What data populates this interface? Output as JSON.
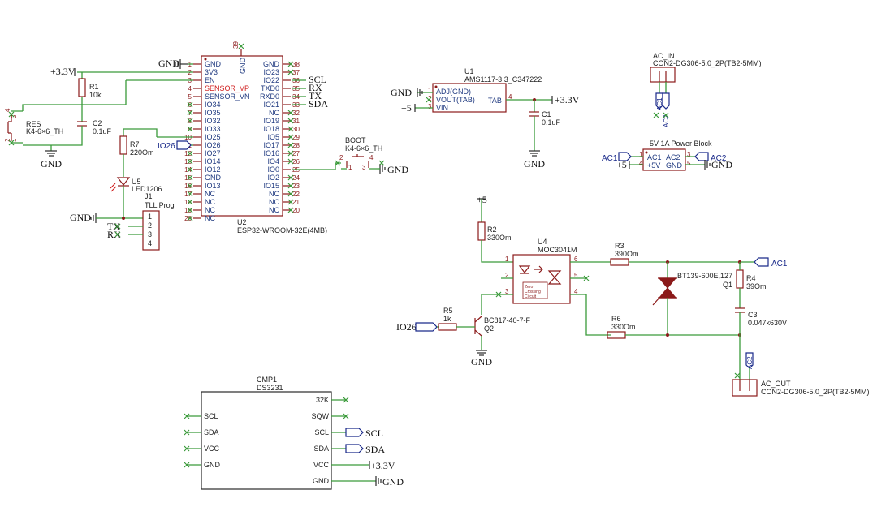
{
  "schematic": {
    "esp32": {
      "ref": "U2",
      "value": "ESP32-WROOM-32E(4MB)",
      "pin39": "39",
      "left_pins": [
        {
          "n": "1",
          "name": "GND"
        },
        {
          "n": "2",
          "name": "3V3"
        },
        {
          "n": "3",
          "name": "EN"
        },
        {
          "n": "4",
          "name": "SENSOR_VP"
        },
        {
          "n": "5",
          "name": "SENSOR_VN"
        },
        {
          "n": "6",
          "name": "IO34"
        },
        {
          "n": "7",
          "name": "IO35"
        },
        {
          "n": "8",
          "name": "IO32"
        },
        {
          "n": "9",
          "name": "IO33"
        },
        {
          "n": "10",
          "name": "IO25"
        },
        {
          "n": "11",
          "name": "IO26"
        },
        {
          "n": "12",
          "name": "IO27"
        },
        {
          "n": "13",
          "name": "IO14"
        },
        {
          "n": "14",
          "name": "IO12"
        },
        {
          "n": "15",
          "name": "GND"
        },
        {
          "n": "16",
          "name": "IO13"
        },
        {
          "n": "17",
          "name": "NC"
        },
        {
          "n": "18",
          "name": "NC"
        },
        {
          "n": "19",
          "name": "NC"
        },
        {
          "n": "20",
          "name": "NC"
        }
      ],
      "right_pins": [
        {
          "n": "38",
          "name": "GND"
        },
        {
          "n": "37",
          "name": "IO23"
        },
        {
          "n": "36",
          "name": "IO22"
        },
        {
          "n": "35",
          "name": "TXD0"
        },
        {
          "n": "34",
          "name": "RXD0"
        },
        {
          "n": "33",
          "name": "IO21"
        },
        {
          "n": "32",
          "name": "NC"
        },
        {
          "n": "31",
          "name": "IO19"
        },
        {
          "n": "30",
          "name": "IO18"
        },
        {
          "n": "29",
          "name": "IO5"
        },
        {
          "n": "28",
          "name": "IO17"
        },
        {
          "n": "27",
          "name": "IO16"
        },
        {
          "n": "26",
          "name": "IO4"
        },
        {
          "n": "25",
          "name": "IO0"
        },
        {
          "n": "24",
          "name": "IO2"
        },
        {
          "n": "23",
          "name": "IO15"
        },
        {
          "n": "22",
          "name": "NC"
        },
        {
          "n": "21",
          "name": "NC"
        },
        {
          "n": "20",
          "name": "NC"
        }
      ],
      "top_pin_label": "GND"
    },
    "nets": {
      "gnd": "GND",
      "v33": "+3.3V",
      "v5": "+5",
      "scl": "SCL",
      "sda": "SDA",
      "rx": "RX",
      "tx": "TX",
      "io26": "IO26",
      "ac1": "AC1",
      "ac2": "AC2"
    },
    "r1": {
      "ref": "R1",
      "value": "10k"
    },
    "c2": {
      "ref": "C2",
      "value": "0.1uF"
    },
    "res_btn": {
      "ref": "RES",
      "value": "K4-6×6_TH",
      "pins": [
        "1",
        "2",
        "3",
        "4"
      ]
    },
    "r7": {
      "ref": "R7",
      "value": "220Om"
    },
    "u5": {
      "ref": "U5",
      "value": "LED1206"
    },
    "j1": {
      "ref": "J1",
      "value": "TLL Prog",
      "pins": [
        "1",
        "2",
        "3",
        "4"
      ]
    },
    "boot_btn": {
      "ref": "BOOT",
      "value": "K4-6×6_TH",
      "pins": [
        "2",
        "1",
        "4",
        "3"
      ]
    },
    "u1": {
      "ref": "U1",
      "value": "AMS1117-3.3_C347222",
      "pins": [
        {
          "n": "1",
          "name": "ADJ(GND)"
        },
        {
          "n": "2",
          "name": "VOUT(TAB)"
        },
        {
          "n": "3",
          "name": "VIN"
        }
      ],
      "tab": "TAB",
      "tab_n": "4"
    },
    "c1": {
      "ref": "C1",
      "value": "0.1uF"
    },
    "ac_in": {
      "ref": "AC_IN",
      "value": "CON2-DG306-5.0_2P(TB2-5MM)",
      "pins": [
        "AC1",
        "AC2"
      ]
    },
    "psu": {
      "ref": "5V 1A Power Block",
      "pins": [
        {
          "n": "1",
          "name": "AC1"
        },
        {
          "n": "4",
          "name": "+5V"
        },
        {
          "n": "3",
          "name": "AC2"
        },
        {
          "n": "5",
          "name": "GND"
        }
      ]
    },
    "r2": {
      "ref": "R2",
      "value": "330Om"
    },
    "u4": {
      "ref": "U4",
      "value": "MOC3041M",
      "pins": [
        "1",
        "2",
        "3",
        "6",
        "5",
        "4"
      ],
      "zc": [
        "Zero",
        "Crossing",
        "Circuit"
      ]
    },
    "r3": {
      "ref": "R3",
      "value": "390Om"
    },
    "q1": {
      "ref": "Q1",
      "value": "BT139-600E,127"
    },
    "r4": {
      "ref": "R4",
      "value": "39Om"
    },
    "c3": {
      "ref": "C3",
      "value": "0.047k630V"
    },
    "r5": {
      "ref": "R5",
      "value": "1k"
    },
    "q2": {
      "ref": "Q2",
      "value": "BC817-40-7-F"
    },
    "r6": {
      "ref": "R6",
      "value": "330Om"
    },
    "ac_out": {
      "ref": "AC_OUT",
      "value": "CON2-DG306-5.0_2P(TB2-5MM)"
    },
    "cmp1": {
      "ref": "CMP1",
      "value": "DS3231",
      "left_pins": [
        "SCL",
        "SDA",
        "VCC",
        "GND"
      ],
      "right_pins": [
        "32K",
        "SQW",
        "SCL",
        "SDA",
        "VCC",
        "GND"
      ]
    }
  }
}
